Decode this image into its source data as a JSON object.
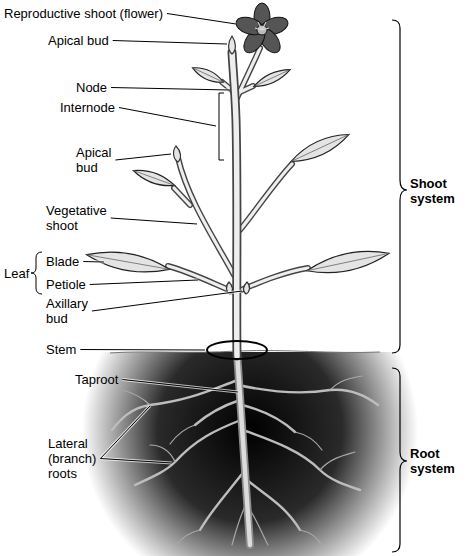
{
  "diagram": {
    "labels": [
      "Reproductive shoot (flower)",
      "Apical bud",
      "Node",
      "Internode",
      "Apical bud",
      "Vegetative shoot",
      "Leaf",
      "Blade",
      "Petiole",
      "Axillary bud",
      "Stem",
      "Taproot",
      "Lateral (branch) roots",
      "Shoot system",
      "Root system"
    ]
  }
}
